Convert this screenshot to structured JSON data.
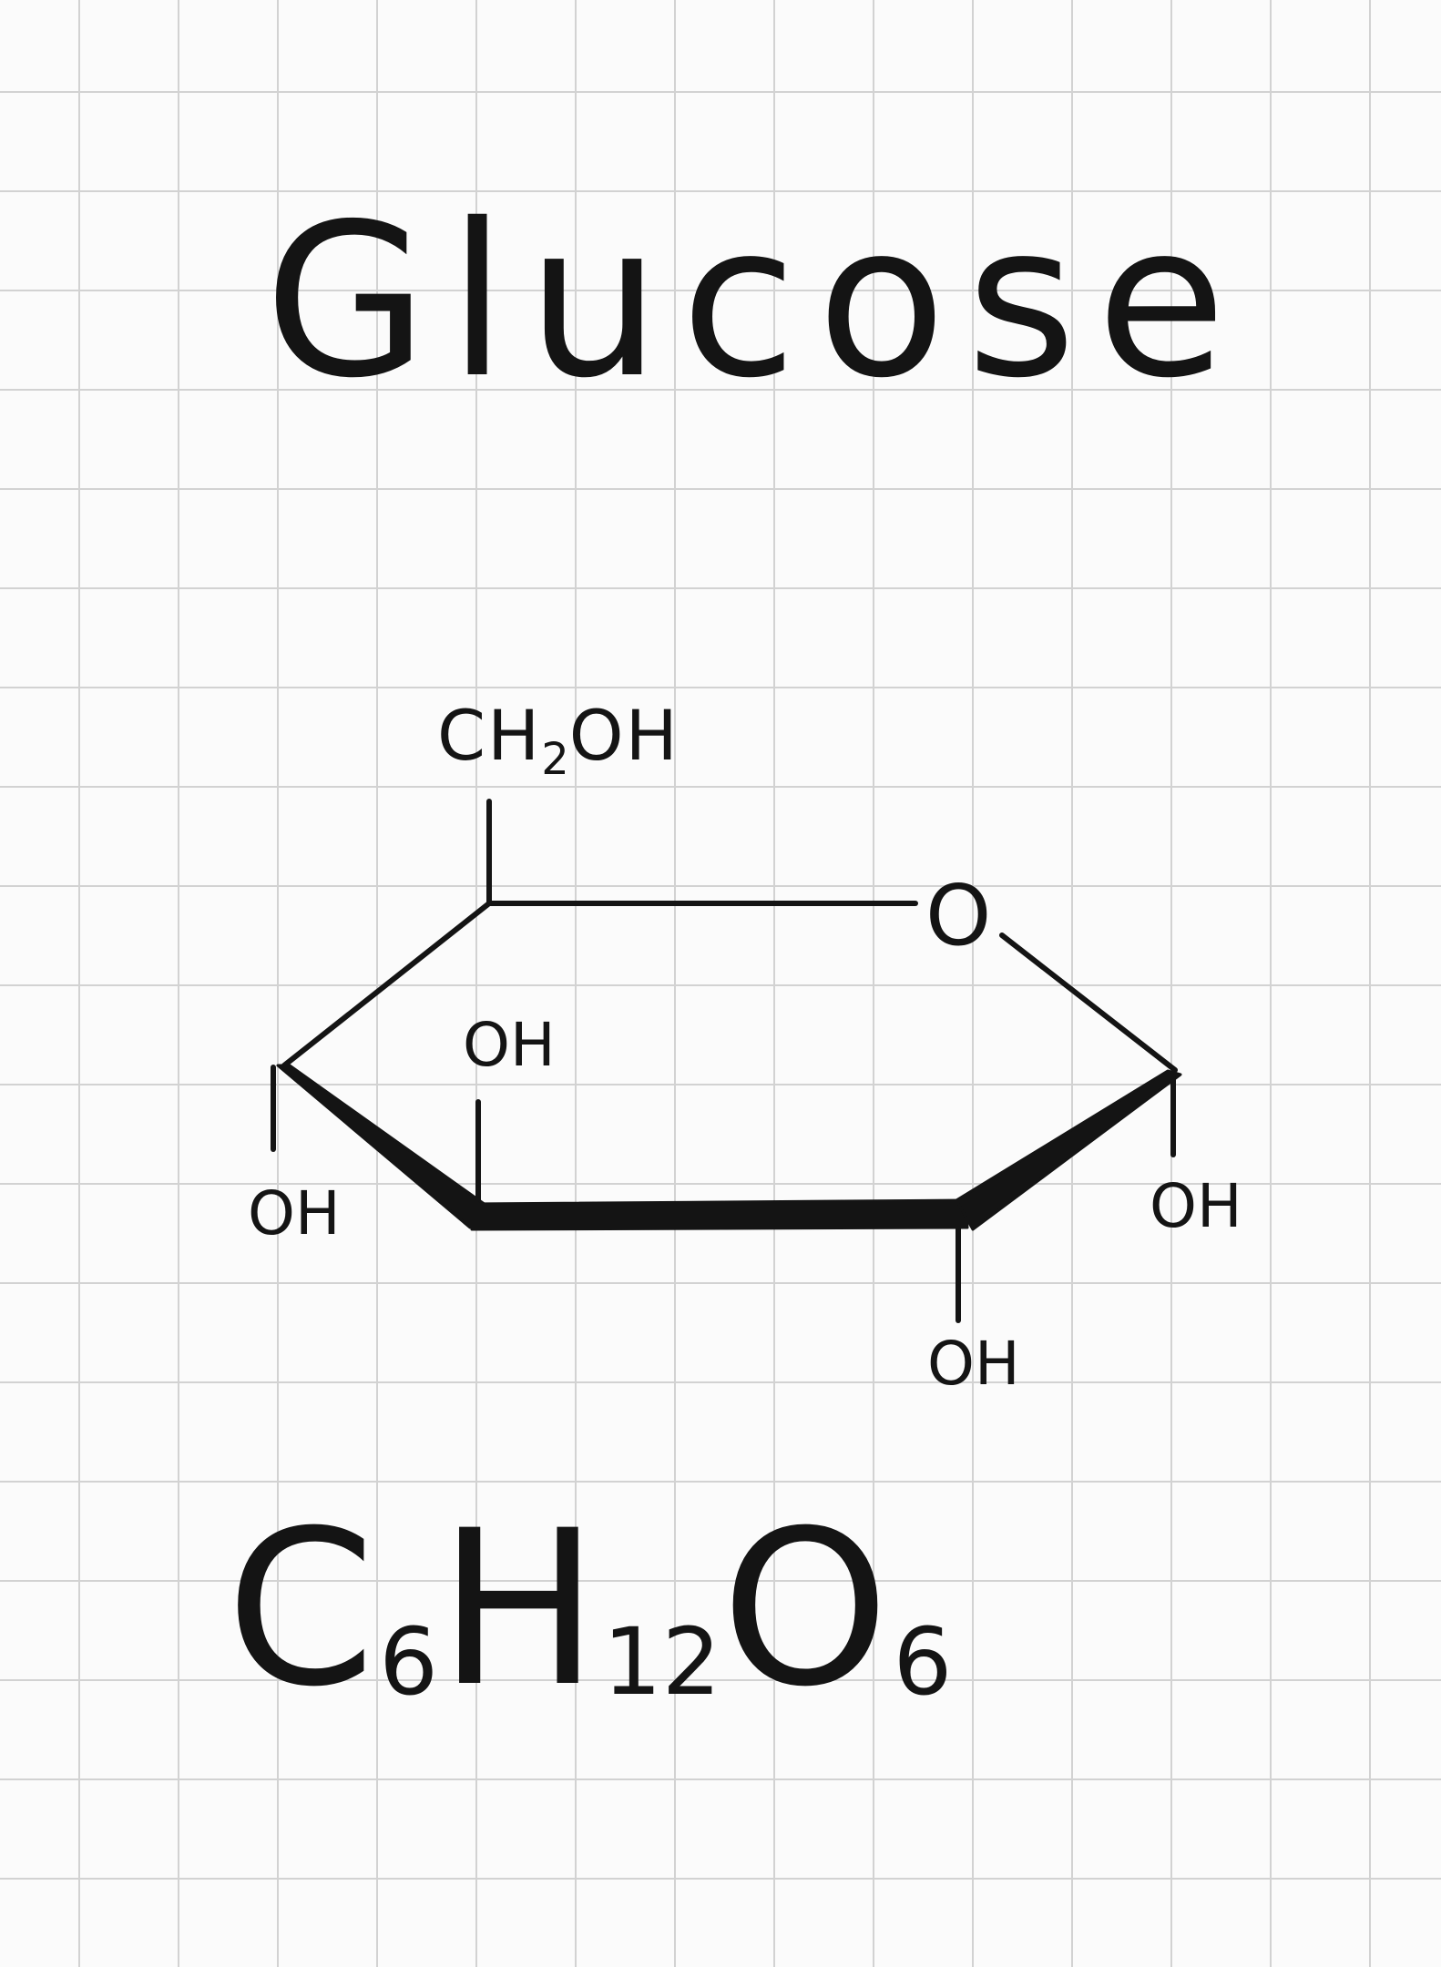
{
  "title": "Glucose",
  "structure": {
    "ch2oh_group": {
      "main": "CH",
      "sub": "2",
      "tail": "OH"
    },
    "ring_oxygen": "O",
    "hydroxyl_inner": "OH",
    "hydroxyl_left": "OH",
    "hydroxyl_right": "OH",
    "hydroxyl_bottom": "OH"
  },
  "formula": {
    "c": "C",
    "c_count": "6",
    "h": "H",
    "h_count": "12",
    "o": "O",
    "o_count": "6"
  },
  "colors": {
    "ink": "#141414",
    "grid": "#d2d2d2",
    "paper": "#fbfbfb"
  }
}
